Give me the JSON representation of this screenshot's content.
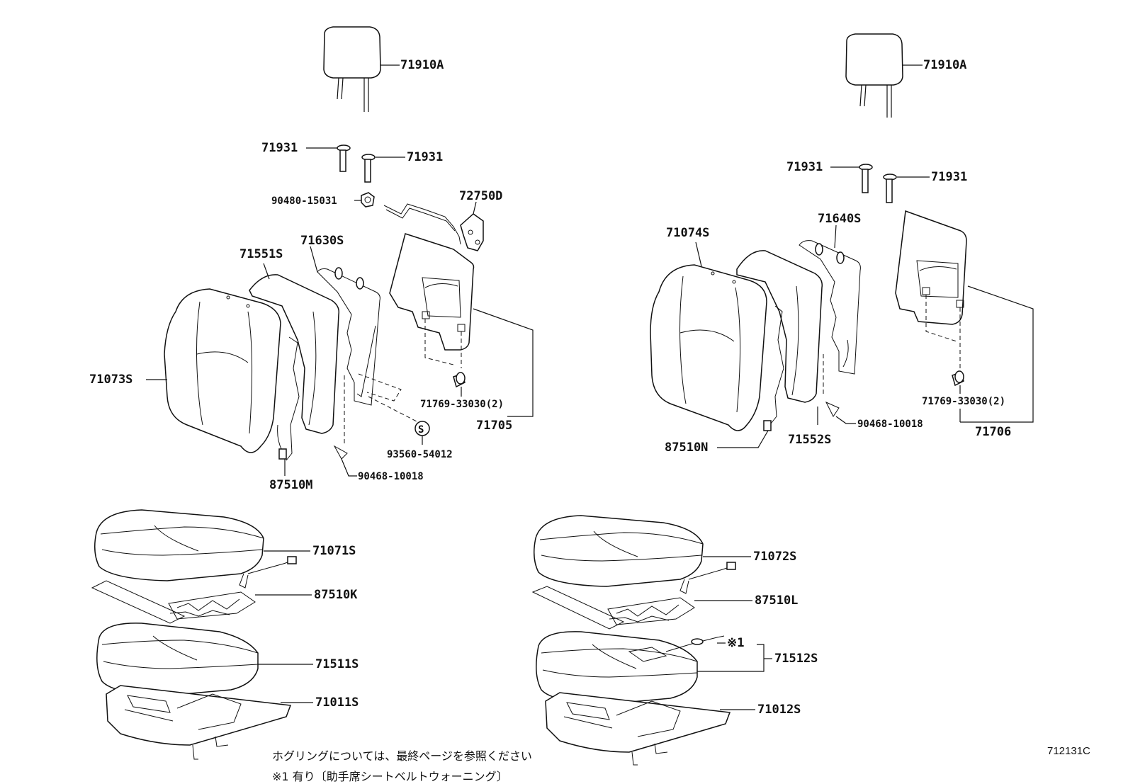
{
  "labels": {
    "l_headrest_left": "71910A",
    "l_guide_a": "71931",
    "l_guide_b": "71931",
    "l_screw_15031": "90480-15031",
    "l_lock": "72750D",
    "l_pad_71551s": "71551S",
    "l_frame_71630s": "71630S",
    "l_cover_71073s": "71073S",
    "l_clip_33030": "71769-33030(2)",
    "l_board_71705": "71705",
    "l_screw_54012": "93560-54012",
    "l_symbol_s": "S",
    "l_clip_10018": "90468-10018",
    "l_heater_87510m": "87510M",
    "r_headrest": "71910A",
    "r_guide_a": "71931",
    "r_guide_b": "71931",
    "r_cover_71074s": "71074S",
    "r_frame_71640s": "71640S",
    "r_clip_33030": "71769-33030(2)",
    "r_board_71706": "71706",
    "r_heater_87510n": "87510N",
    "r_pad_71552s": "71552S",
    "r_clip_10018": "90468-10018",
    "cl_cover_71071s": "71071S",
    "cl_heater_87510k": "87510K",
    "cl_pad_71511s": "71511S",
    "cl_frame_71011s": "71011S",
    "cr_cover_71072s": "71072S",
    "cr_heater_87510l": "87510L",
    "cr_note_mark": "※1",
    "cr_pad_71512s": "71512S",
    "cr_frame_71012s": "71012S"
  },
  "notes": {
    "hog_ring_note": "ホグリングについては、最終ページを参照ください",
    "footnote_1": "※1  有り〔助手席シートベルトウォーニング〕"
  },
  "figure_code": "712131C"
}
